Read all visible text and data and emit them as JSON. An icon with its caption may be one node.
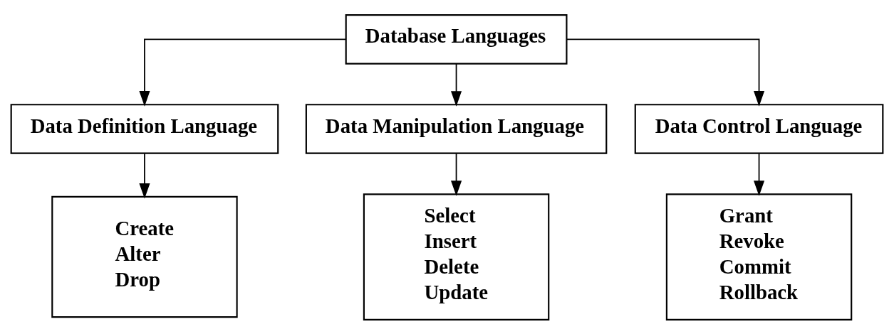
{
  "diagram": {
    "nodes": [
      {
        "text": [
          "Database Languages"
        ]
      },
      {
        "text": [
          "Data Definition Language"
        ]
      },
      {
        "text": [
          "Data Manipulation Language"
        ]
      },
      {
        "text": [
          "Data Control Language"
        ]
      },
      {
        "text": [
          "Create",
          "Alter",
          "Drop"
        ]
      },
      {
        "text": [
          "Select",
          "Insert",
          "Delete",
          "Update"
        ]
      },
      {
        "text": [
          "Grant",
          "Revoke",
          "Commit",
          "Rollback"
        ]
      }
    ],
    "edges": [
      {
        "from": 0,
        "to": 1,
        "arrow": "to"
      },
      {
        "from": 0,
        "to": 2,
        "arrow": "to"
      },
      {
        "from": 0,
        "to": 3,
        "arrow": "to"
      },
      {
        "from": 1,
        "to": 4,
        "arrow": "to"
      },
      {
        "from": 2,
        "to": 5,
        "arrow": "to"
      },
      {
        "from": 3,
        "to": 6,
        "arrow": "to"
      }
    ]
  }
}
